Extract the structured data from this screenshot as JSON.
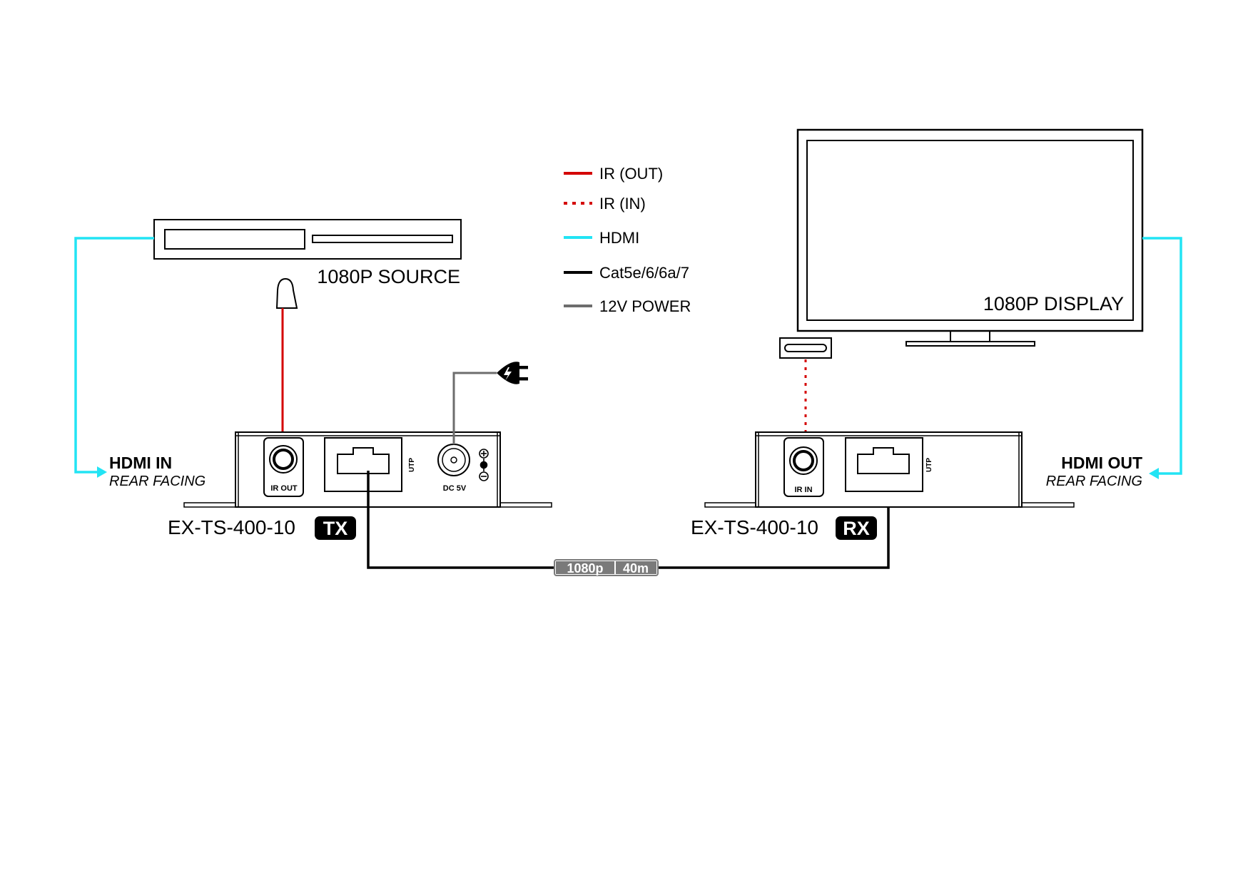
{
  "legend": {
    "items": [
      {
        "label": "IR (OUT)",
        "color": "#d40000",
        "style": "solid"
      },
      {
        "label": "IR (IN)",
        "color": "#d40000",
        "style": "dotted"
      },
      {
        "label": "HDMI",
        "color": "#22e4f4",
        "style": "solid"
      },
      {
        "label": "Cat5e/6/6a/7",
        "color": "#000000",
        "style": "solid"
      },
      {
        "label": "12V POWER",
        "color": "#6d6d6d",
        "style": "solid"
      }
    ]
  },
  "source": {
    "label": "1080P SOURCE"
  },
  "display": {
    "label": "1080P DISPLAY"
  },
  "tx": {
    "model": "EX-TS-400-10",
    "badge": "TX",
    "ir_port": "IR OUT",
    "utp_port": "UTP",
    "dc_port": "DC 5V",
    "hdmi_title": "HDMI IN",
    "hdmi_sub": "REAR FACING"
  },
  "rx": {
    "model": "EX-TS-400-10",
    "badge": "RX",
    "ir_port": "IR IN",
    "utp_port": "UTP",
    "hdmi_title": "HDMI OUT",
    "hdmi_sub": "REAR FACING"
  },
  "cable_badge": {
    "resolution": "1080p",
    "distance": "40m"
  },
  "colors": {
    "ir": "#d40000",
    "hdmi": "#22e4f4",
    "cat": "#000000",
    "power": "#6d6d6d",
    "badge_bg": "#7a7a7a"
  }
}
